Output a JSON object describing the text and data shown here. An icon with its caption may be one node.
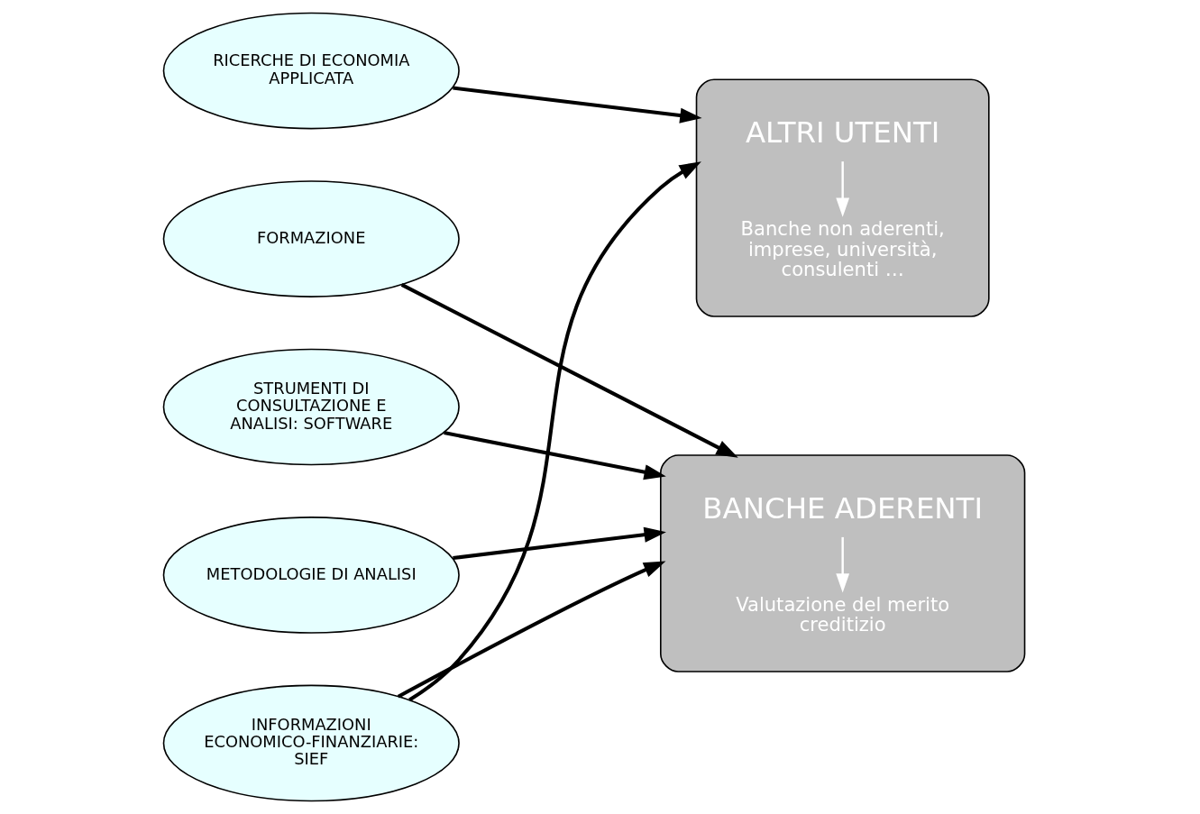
{
  "diagram": {
    "nodes": [
      {
        "text": [
          "INFORMAZIONI ECONOMICO-FINANZIARIE:",
          "SIEF"
        ]
      },
      {
        "text": [
          "METODOLOGIE DI ANALISI"
        ]
      },
      {
        "text": [
          "STRUMENTI DI CONSULTAZIONE E ANALISI: SOFTWARE"
        ]
      },
      {
        "text": [
          "FORMAZIONE"
        ]
      },
      {
        "text": [
          "RICERCHE DI ECONOMIA APPLICATA"
        ]
      },
      {
        "text": [],
        "shape": "box"
      },
      {
        "text": [
          "BANCHE ADERENTI"
        ],
        "in": 5
      },
      {
        "text": [
          "Valutazione del merito creditizio"
        ],
        "in": 5
      },
      {
        "text": [],
        "shape": "box"
      },
      {
        "text": [
          "ALTRI UTENTI"
        ],
        "in": 8
      },
      {
        "text": [
          "Banche non aderenti, imprese, università, consulenti …"
        ],
        "in": 8
      }
    ],
    "edges": [
      {
        "from": 0,
        "to": 5,
        "arrow": "to"
      },
      {
        "from": 0,
        "to": 8,
        "arrow": "to"
      },
      {
        "from": 1,
        "to": 5,
        "arrow": "to"
      },
      {
        "from": 2,
        "to": 5,
        "arrow": "to"
      },
      {
        "from": 3,
        "to": 5,
        "arrow": "to"
      },
      {
        "from": 4,
        "to": 8,
        "arrow": "to"
      },
      {
        "from": 6,
        "to": 7,
        "arrow": "to",
        "color": "#ffffff"
      },
      {
        "from": 9,
        "to": 10,
        "arrow": "to",
        "color": "#ffffff"
      }
    ]
  }
}
